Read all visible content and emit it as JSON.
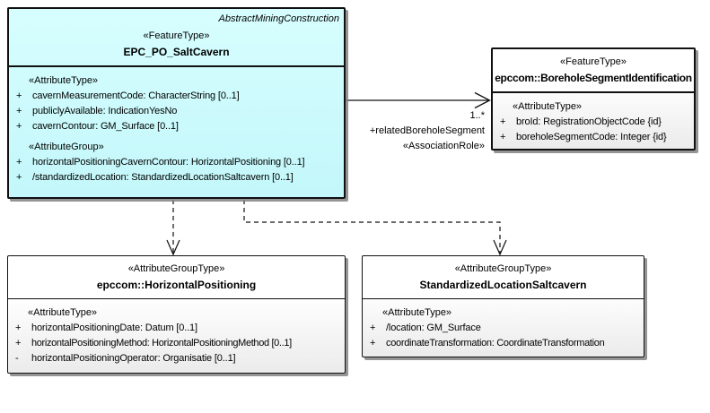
{
  "colors": {
    "cyan_fill_top": "#d7feff",
    "cyan_fill_bottom": "#c3f7fa",
    "gray_fill_top": "#ffffff",
    "gray_fill_bottom": "#ebebeb",
    "border": "#101010",
    "shadow": "#828282",
    "connector": "#101010"
  },
  "classes": {
    "salt_cavern": {
      "header_property": "AbstractMiningConstruction",
      "stereotype": "«FeatureType»",
      "name": "EPC_PO_SaltCavern",
      "attribute_stereotype": "«AttributeType»",
      "attributes": [
        {
          "visibility": "+",
          "text": "cavernMeasurementCode: CharacterString [0..1]"
        },
        {
          "visibility": "+",
          "text": "publiclyAvailable: IndicationYesNo"
        },
        {
          "visibility": "+",
          "text": "cavernContour: GM_Surface [0..1]"
        }
      ],
      "group_stereotype": "«AttributeGroup»",
      "group_attributes": [
        {
          "visibility": "+",
          "text": "horizontalPositioningCavernContour: HorizontalPositioning [0..1]"
        },
        {
          "visibility": "+",
          "text": "/standardizedLocation: StandardizedLocationSaltcavern [0..1]"
        }
      ]
    },
    "borehole_segment": {
      "stereotype": "«FeatureType»",
      "name": "epccom::BoreholeSegmentIdentification",
      "attribute_stereotype": "«AttributeType»",
      "attributes": [
        {
          "visibility": "+",
          "text": "broId: RegistrationObjectCode {id}"
        },
        {
          "visibility": "+",
          "text": "boreholeSegmentCode: Integer {id}"
        }
      ]
    },
    "horizontal_positioning": {
      "stereotype": "«AttributeGroupType»",
      "name": "epccom::HorizontalPositioning",
      "attribute_stereotype": "«AttributeType»",
      "attributes": [
        {
          "visibility": "+",
          "text": "horizontalPositioningDate: Datum [0..1]"
        },
        {
          "visibility": "+",
          "text": "horizontalPositioningMethod: HorizontalPositioningMethod [0..1]"
        },
        {
          "visibility": "-",
          "text": "horizontalPositioningOperator: Organisatie [0..1]"
        }
      ]
    },
    "standardized_location": {
      "stereotype": "«AttributeGroupType»",
      "name": "StandardizedLocationSaltcavern",
      "attribute_stereotype": "«AttributeType»",
      "attributes": [
        {
          "visibility": "+",
          "text": "/location: GM_Surface"
        },
        {
          "visibility": "+",
          "text": "coordinateTransformation: CoordinateTransformation"
        }
      ]
    }
  },
  "connectors": {
    "related_borehole_segment": {
      "multiplicity": "1..*",
      "role": "+relatedBoreholeSegment",
      "stereotype": "«AssociationRole»"
    }
  }
}
